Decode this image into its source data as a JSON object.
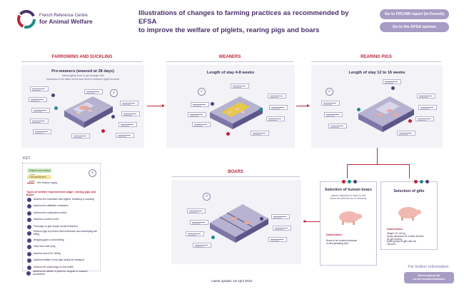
{
  "header": {
    "logo_line1": "French Reference Centre",
    "logo_line2": "for Animal Welfare",
    "title_line1": "Illustrations of changes to farming practices as recommended by EFSA",
    "title_line2": "to improve the welfare of piglets, rearing pigs and boars",
    "btn_report": "Go to FRCAW report (in French)",
    "btn_efsa": "Go to the EFSA opinion"
  },
  "stages": {
    "farrowing": {
      "title": "FARROWING AND SUCKLING",
      "heading": "Pre-weaners (weaned at 28 days)",
      "sub1": "Ideas piglets born to get enough milk",
      "sub2": "measures to be taken at the sow level to enhance piglet survival"
    },
    "weaners": {
      "title": "WEANERS",
      "heading": "Length of stay 4-8 weeks"
    },
    "rearing": {
      "title": "REARING PIGS",
      "heading": "Length of stay 12 to 16 weeks"
    },
    "boars": {
      "title": "BOARS"
    }
  },
  "selection": {
    "human": {
      "title_line1": "Selection of human boars",
      "note1": "(where castration is used for this",
      "note2": "boars are selected as to weaners)",
      "sub": "Dimensions:",
      "bullets": [
        "Boars to be housed avoidance",
        "In-feed gestating (flow"
      ]
    },
    "gilts": {
      "title": "Selection of gilts",
      "sub": "Dimensions:",
      "bullets": [
        "Weight: 22-130 kg",
        "Space allowance for a wider 8 frame",
        "for gilt housing",
        "Bullet groups of gilts with low",
        "Tail pens"
      ]
    }
  },
  "key": {
    "title": "KEY",
    "chip_green": "Piglets and related parts",
    "chip_yellow": "Carcass/brand parts",
    "chip_red": "Pen feature apply",
    "heading": "Types of welfare improvement stage: rearing pigs and boars",
    "rows": [
      "Address the frustration with piglets, breathing or suckling",
      "Address the affiliative motivation",
      "Address the exploration motive",
      "Address comfort to rest",
      "Feed pigs to give proper social behaviour",
      "Reduce pigs to prevent harm behaviour and developing tail biting",
      "Bridging gaps to avoid biting",
      "Help them with lying",
      "Address lack of fit / tilting",
      "Address welfare of the pigs during the transport",
      "Address the physiology for the health",
      "Address the affects of pain/hot, surgical or invasive procedures"
    ]
  },
  "footer": {
    "further": "For further information",
    "contact_line1": "Send a group list",
    "contact_line2": "on the recommendations",
    "update": "Latest update: 16 April 2024"
  },
  "colors": {
    "accent": "#c0233a",
    "purple": "#4b2f6b",
    "button": "#a79cc4",
    "panel": "#f3f2f7"
  }
}
